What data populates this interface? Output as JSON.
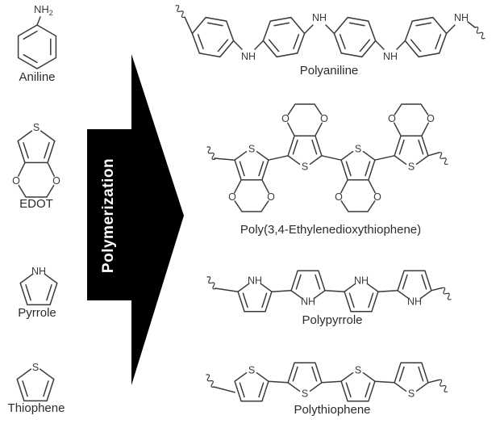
{
  "diagram": {
    "arrow": {
      "label": "Polymerization"
    },
    "monomers": [
      {
        "id": "aniline",
        "label": "Aniline"
      },
      {
        "id": "edot",
        "label": "EDOT"
      },
      {
        "id": "pyrrole",
        "label": "Pyrrole"
      },
      {
        "id": "thiophene",
        "label": "Thiophene"
      }
    ],
    "polymers": [
      {
        "id": "polyaniline",
        "label": "Polyaniline"
      },
      {
        "id": "pedot",
        "label": "Poly(3,4-Ethylenedioxythiophene)"
      },
      {
        "id": "polypyrrole",
        "label": "Polypyrrole"
      },
      {
        "id": "polythiophene",
        "label": "Polythiophene"
      }
    ],
    "atom_labels": {
      "sulfur": "S",
      "oxygen": "O",
      "nh": "NH",
      "amine_base": "NH",
      "amine_sub": "2"
    },
    "colors": {
      "background": "#ffffff",
      "bond": "#3a3a3a",
      "label_text": "#2b2b2b",
      "arrow_fill": "#000000",
      "arrow_text": "#ffffff"
    }
  }
}
